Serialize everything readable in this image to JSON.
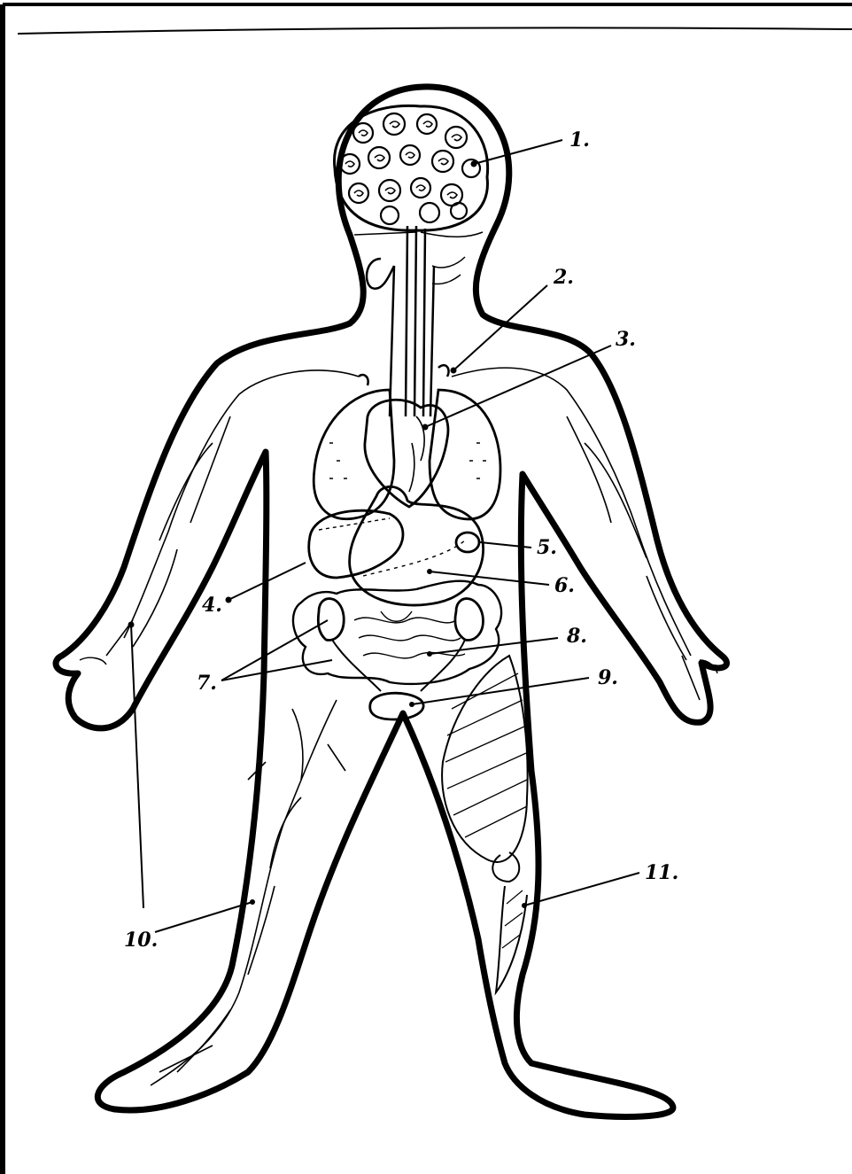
{
  "diagram": {
    "labels": [
      {
        "id": "1",
        "text": "1."
      },
      {
        "id": "2",
        "text": "2."
      },
      {
        "id": "3",
        "text": "3."
      },
      {
        "id": "4",
        "text": "4."
      },
      {
        "id": "5",
        "text": "5."
      },
      {
        "id": "6",
        "text": "6."
      },
      {
        "id": "7",
        "text": "7."
      },
      {
        "id": "8",
        "text": "8."
      },
      {
        "id": "9",
        "text": "9."
      },
      {
        "id": "10",
        "text": "10."
      },
      {
        "id": "11",
        "text": "11."
      }
    ]
  },
  "colors": {
    "ink": "#000000",
    "paper": "#ffffff"
  }
}
